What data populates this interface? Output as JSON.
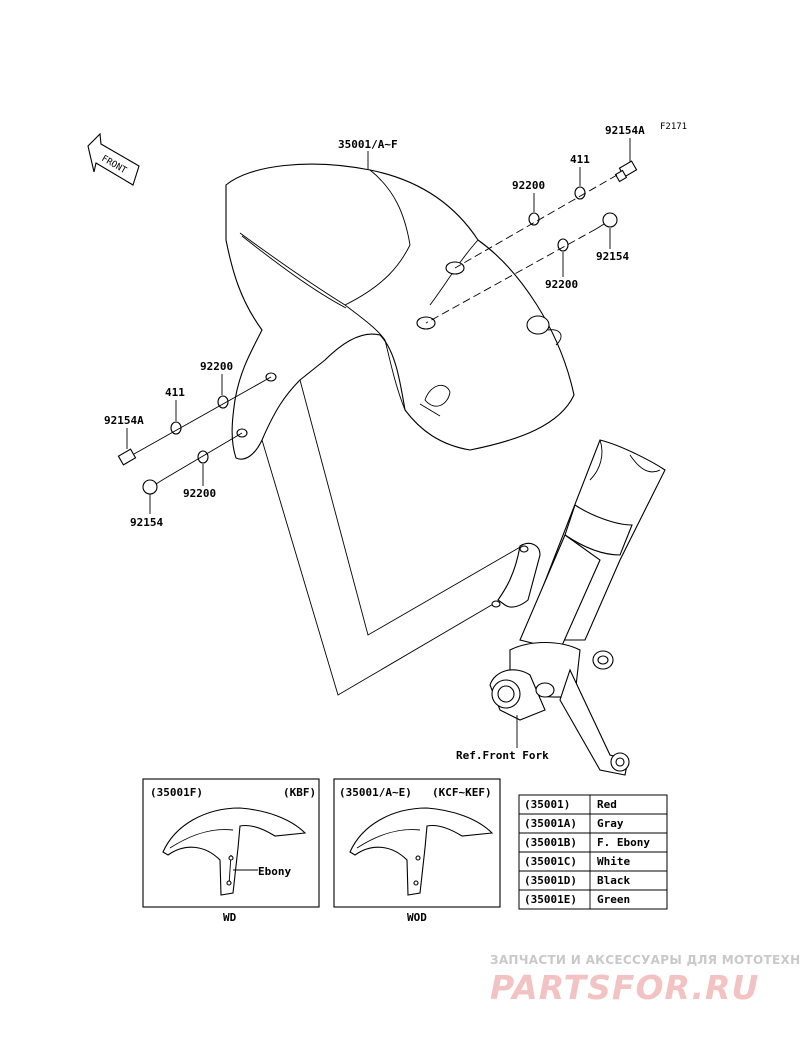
{
  "diagram_code": "F2171",
  "front_label": "FRONT",
  "callouts": {
    "fender_main": "35001/A~F",
    "bolt_a_right": "92154A",
    "washer_411_right": "411",
    "washer_92200_right_top": "92200",
    "bolt_right": "92154",
    "washer_92200_right_bottom": "92200",
    "washer_92200_left_top": "92200",
    "washer_411_left": "411",
    "bolt_a_left": "92154A",
    "washer_92200_left_bottom": "92200",
    "bolt_left": "92154",
    "ref_front_fork": "Ref.Front Fork"
  },
  "variant_boxes": [
    {
      "code": "(35001F)",
      "market": "(KBF)",
      "note": "Ebony",
      "caption": "WD"
    },
    {
      "code": "(35001/A~E)",
      "market": "(KCF~KEF)",
      "caption": "WOD"
    }
  ],
  "color_table": [
    {
      "code": "(35001)",
      "color": "Red"
    },
    {
      "code": "(35001A)",
      "color": "Gray"
    },
    {
      "code": "(35001B)",
      "color": "F. Ebony"
    },
    {
      "code": "(35001C)",
      "color": "White"
    },
    {
      "code": "(35001D)",
      "color": "Black"
    },
    {
      "code": "(35001E)",
      "color": "Green"
    }
  ],
  "watermark": {
    "tagline": "ЗАПЧАСТИ И АКСЕССУАРЫ ДЛЯ МОТОТЕХНИКИ",
    "brand": "PARTSFOR.RU"
  },
  "colors": {
    "line": "#000000",
    "watermark": "#f3c3c3"
  }
}
